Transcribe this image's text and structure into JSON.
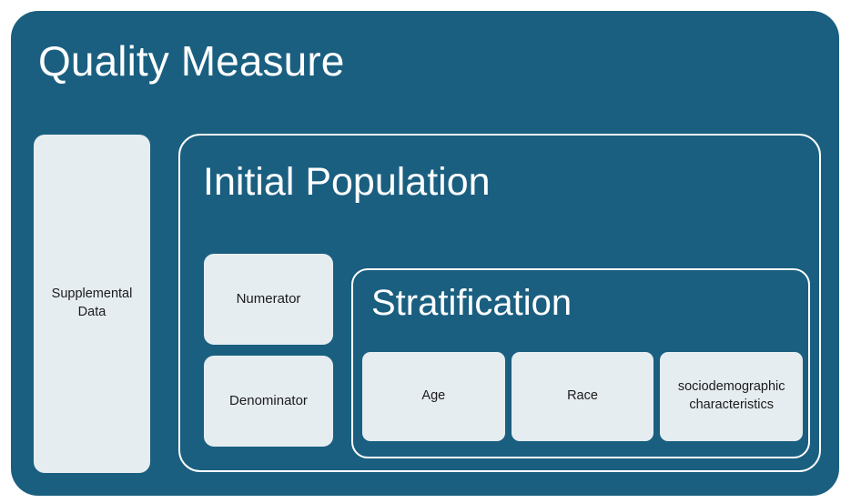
{
  "diagram": {
    "type": "nested-containment",
    "colors": {
      "container_fill": "#1A5F80",
      "card_fill": "#E6EDF1",
      "border": "#FFFFFF",
      "heading_text": "#FFFFFF",
      "card_text": "#1B1B1B"
    },
    "root": {
      "title": "Quality Measure",
      "side_card": {
        "label": "Supplemental Data"
      },
      "initial_population": {
        "title": "Initial Population",
        "measure_cards": [
          {
            "label": "Numerator"
          },
          {
            "label": "Denominator"
          }
        ],
        "stratification": {
          "title": "Stratification",
          "cards": [
            {
              "label": "Age"
            },
            {
              "label": "Race"
            },
            {
              "label": "sociodemographic characteristics"
            }
          ]
        }
      }
    }
  }
}
